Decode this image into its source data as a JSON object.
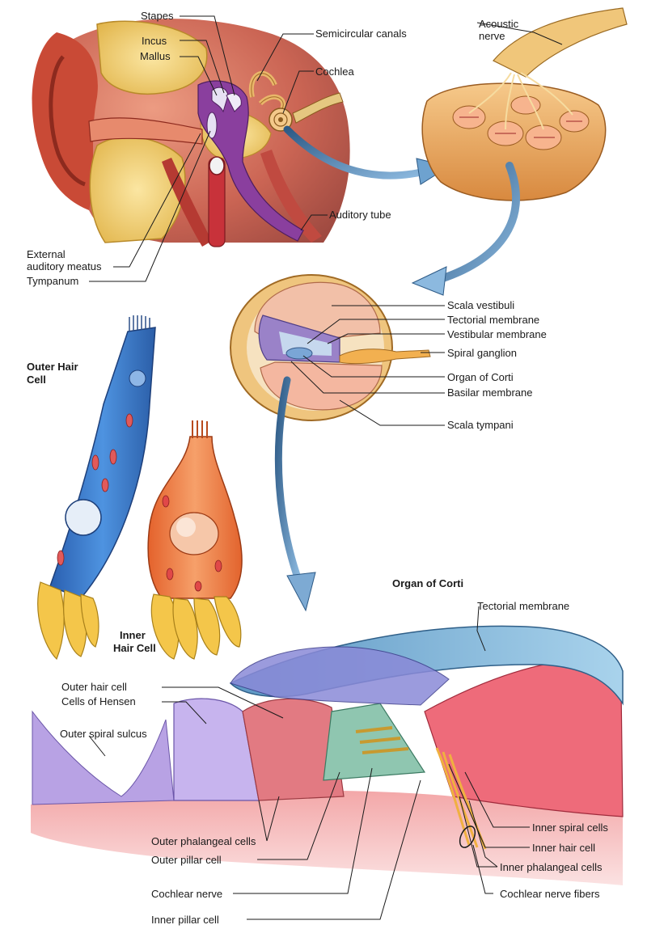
{
  "colors": {
    "skin": "#c0503a",
    "bone": "#f2cf6a",
    "middle_ear": "#8a3f9e",
    "cochlea": "#e8a55a",
    "outer_hair_cell": "#3f7fd0",
    "inner_hair_cell": "#e87a3a",
    "tectorial": "#7fb7d8",
    "sulcus_cells": "#b7a0e2",
    "spiral_cells": "#ef6d7a",
    "arrow": "#4f86b8"
  },
  "ear": {
    "stapes": "Stapes",
    "incus": "Incus",
    "mallus": "Mallus",
    "semicircular_canals": "Semicircular canals",
    "cochlea": "Cochlea",
    "auditory_tube": "Auditory tube",
    "external_auditory_meatus_1": "External",
    "external_auditory_meatus_2": "auditory meatus",
    "tympanum": "Tympanum"
  },
  "nerve": {
    "acoustic_nerve_1": "Acoustic",
    "acoustic_nerve_2": "nerve"
  },
  "section": {
    "scala_vestibuli": "Scala vestibuli",
    "tectorial_membrane": "Tectorial membrane",
    "vestibular_membrane": "Vestibular membrane",
    "spiral_ganglion": "Spiral ganglion",
    "organ_of_corti": "Organ of Corti",
    "basilar_membrane": "Basilar membrane",
    "scala_tympani": "Scala tympani"
  },
  "cells": {
    "outer_hair_cell_1": "Outer Hair",
    "outer_hair_cell_2": "Cell",
    "inner_hair_cell_1": "Inner",
    "inner_hair_cell_2": "Hair Cell"
  },
  "corti": {
    "title": "Organ of Corti",
    "tectorial_membrane": "Tectorial membrane",
    "outer_hair_cell": "Outer hair cell",
    "cells_of_hensen": "Cells of Hensen",
    "outer_spiral_sulcus": "Outer spiral sulcus",
    "outer_phalangeal_cells": "Outer phalangeal cells",
    "outer_pillar_cell": "Outer pillar cell",
    "cochlear_nerve": "Cochlear nerve",
    "inner_pillar_cell": "Inner pillar cell",
    "inner_spiral_cells": "Inner spiral cells",
    "inner_hair_cell": "Inner hair cell",
    "inner_phalangeal_cells": "Inner phalangeal cells",
    "cochlear_nerve_fibers": "Cochlear nerve fibers"
  }
}
